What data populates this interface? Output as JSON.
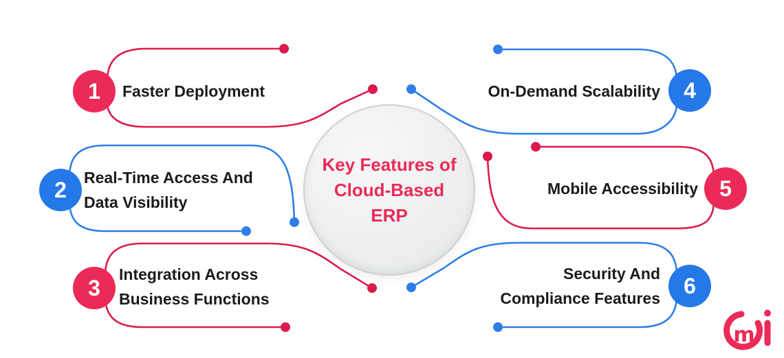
{
  "center": {
    "lines": [
      "Key Features of",
      "Cloud-Based",
      "ERP"
    ]
  },
  "features": [
    {
      "number": "1",
      "lines": [
        "Faster Deployment"
      ],
      "accent": "#EC2A57",
      "side": "left"
    },
    {
      "number": "2",
      "lines": [
        "Real-Time Access And",
        "Data Visibility"
      ],
      "accent": "#2478E8",
      "side": "left"
    },
    {
      "number": "3",
      "lines": [
        "Integration Across",
        "Business Functions"
      ],
      "accent": "#EC2A57",
      "side": "left"
    },
    {
      "number": "4",
      "lines": [
        "On-Demand Scalability"
      ],
      "accent": "#2478E8",
      "side": "right"
    },
    {
      "number": "5",
      "lines": [
        "Mobile Accessibility"
      ],
      "accent": "#EC2A57",
      "side": "right"
    },
    {
      "number": "6",
      "lines": [
        "Security And",
        "Compliance Features"
      ],
      "accent": "#2478E8",
      "side": "right"
    }
  ],
  "logo": {
    "letter_m": "m",
    "letter_i": "i"
  },
  "colors": {
    "pink": "#EC2A57",
    "blue": "#2478E8",
    "pink_line": "#DC1A4B",
    "blue_line": "#2F7EE8",
    "text": "#1B1B1B",
    "circle_fill": "#EDEFF0",
    "circle_rim": "#CFD1D3",
    "bg": "#FFFFFF"
  }
}
